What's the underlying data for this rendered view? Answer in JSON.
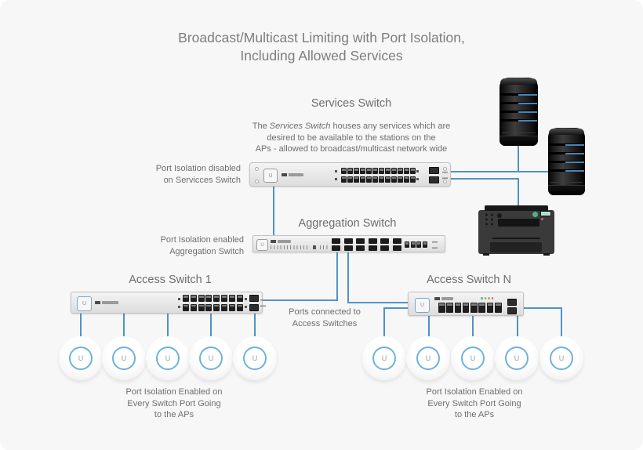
{
  "title": {
    "line1": "Broadcast/Multicast Limiting with Port Isolation,",
    "line2": "Including Allowed Services"
  },
  "colors": {
    "background": "#f7f7f8",
    "line": "#4f93c7",
    "ap_ring": "#6fb1dd",
    "text": "#6e6e6e",
    "title_text": "#7d7d7d"
  },
  "services": {
    "heading": "Services Switch",
    "description": {
      "l1_pre": "The",
      "l1_italic": "Services Switch",
      "l1_post": "houses any services which are",
      "l2": "desired to be available to the stations on the",
      "l3": "APs - allowed to broadcast/multicast network wide"
    },
    "label_line1": "Port Isolation disabled",
    "label_line2": "on Servicces Switch",
    "switch": {
      "port_grid": "2x12"
    }
  },
  "aggregation": {
    "heading": "Aggregation Switch",
    "label_line1": "Port Isolation enabled",
    "label_line2": "Aggregation Switch",
    "switch": {
      "cages": 6,
      "uplink_grid": "1x4"
    }
  },
  "access1": {
    "heading": "Access Switch 1",
    "switch": {
      "port_grid": "2x8"
    }
  },
  "accessN": {
    "heading": "Access Switch N",
    "switch": {
      "port_grid": "1x8"
    }
  },
  "ports_note": {
    "line1": "Ports connected to",
    "line2": "Access Switches"
  },
  "ap": {
    "logo": "U"
  },
  "left_caption": {
    "line1": "Port Isolation Enabled on",
    "line2": "Every Switch Port Going",
    "line3": "to the APs"
  },
  "right_caption": {
    "line1": "Port Isolation Enabled on",
    "line2": "Every Switch Port Going",
    "line3": "to the APs"
  }
}
